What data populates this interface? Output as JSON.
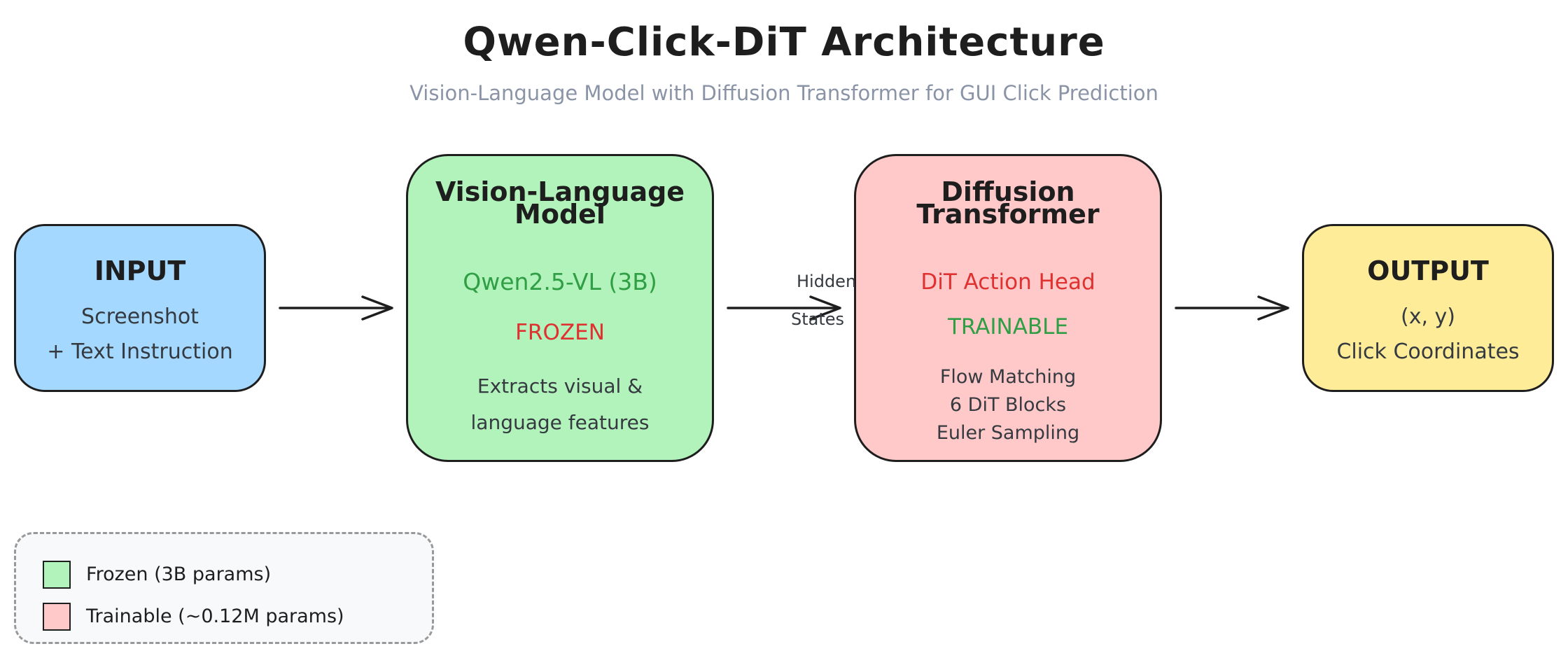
{
  "title": "Qwen-Click-DiT Architecture",
  "subtitle": "Vision-Language Model with Diffusion Transformer for GUI Click Prediction",
  "colors": {
    "input_fill": "#a5d8ff",
    "frozen_fill": "#b2f2bb",
    "trainable_fill": "#ffc9c9",
    "output_fill": "#ffec99",
    "frozen_text": "#e03131",
    "trainable_text": "#2f9e44"
  },
  "input_box": {
    "title": "INPUT",
    "line1": "Screenshot",
    "line2": "+ Text Instruction"
  },
  "vlm_box": {
    "title_line1": "Vision-Language",
    "title_line2": "Model",
    "model_name": "Qwen2.5-VL (3B)",
    "status": "FROZEN",
    "desc_line1": "Extracts visual &",
    "desc_line2": "language features"
  },
  "dit_box": {
    "title_line1": "Diffusion",
    "title_line2": "Transformer",
    "head_name": "DiT Action Head",
    "status": "TRAINABLE",
    "detail_line1": "Flow Matching",
    "detail_line2": "6 DiT Blocks",
    "detail_line3": "Euler Sampling"
  },
  "output_box": {
    "title": "OUTPUT",
    "line1": "(x, y)",
    "line2": "Click Coordinates"
  },
  "edge_label": {
    "line1": "Hidden",
    "line2": "States"
  },
  "legend": {
    "frozen_label": "Frozen (3B params)",
    "trainable_label": "Trainable (~0.12M params)"
  }
}
